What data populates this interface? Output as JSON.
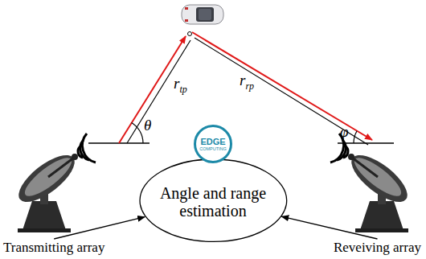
{
  "diagram": {
    "nodes": [
      {
        "text": [
          "Angle and range estimation"
        ]
      },
      {
        "text": [
          "EDGE",
          "COMPUTING"
        ],
        "in": 0
      },
      {
        "text": [
          "Transmitting array"
        ]
      },
      {
        "text": [
          "Reveiving array"
        ]
      }
    ],
    "edges": [
      {
        "from": 2,
        "to": 0,
        "arrow": "to"
      },
      {
        "from": 3,
        "to": 0,
        "arrow": "to"
      }
    ],
    "labels": [
      "rtp",
      "rrp",
      "θ",
      "φ"
    ]
  }
}
